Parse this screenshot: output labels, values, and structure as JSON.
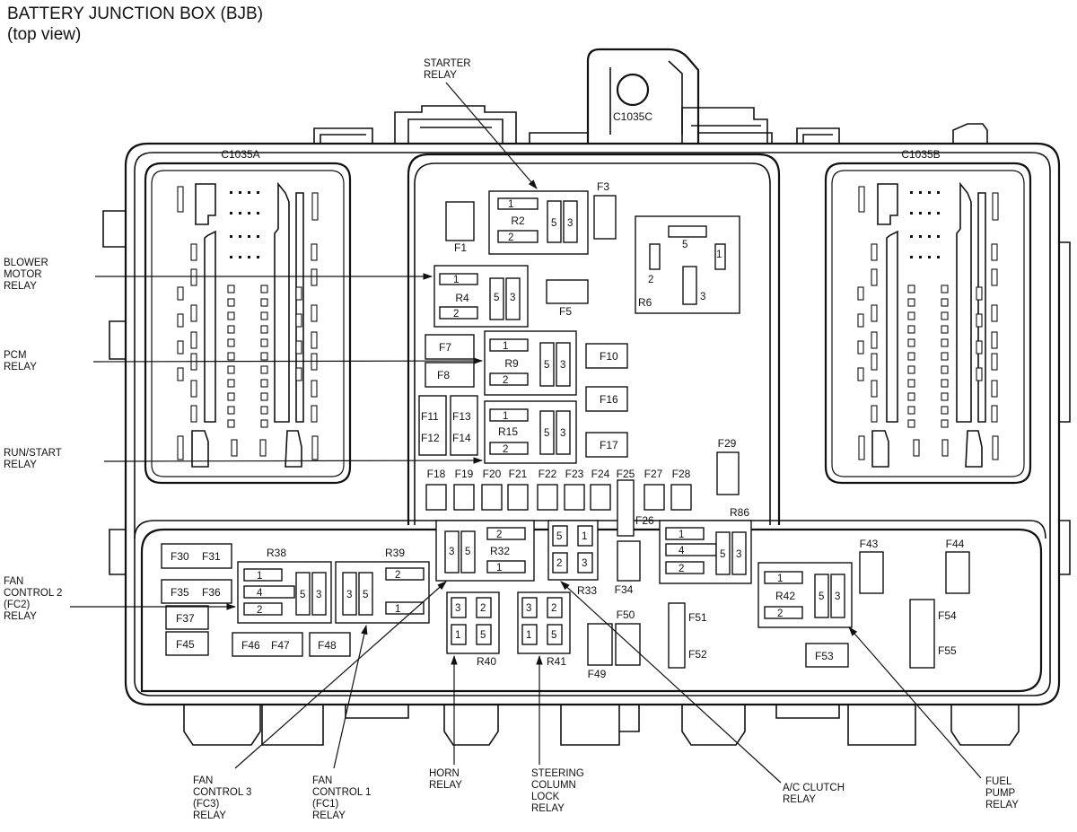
{
  "title": {
    "line1": "BATTERY JUNCTION BOX (BJB)",
    "line2": "(top view)"
  },
  "connectors": {
    "a": "C1035A",
    "b": "C1035B",
    "c": "C1035C"
  },
  "callouts": {
    "starter": [
      "STARTER",
      "RELAY"
    ],
    "blower": [
      "BLOWER",
      "MOTOR",
      "RELAY"
    ],
    "pcm": [
      "PCM",
      "RELAY"
    ],
    "runstart": [
      "RUN/START",
      "RELAY"
    ],
    "fc2": [
      "FAN",
      "CONTROL 2",
      "(FC2)",
      "RELAY"
    ],
    "fc3": [
      "FAN",
      "CONTROL 3",
      "(FC3)",
      "RELAY"
    ],
    "fc1": [
      "FAN",
      "CONTROL 1",
      "(FC1)",
      "RELAY"
    ],
    "horn": [
      "HORN",
      "RELAY"
    ],
    "steering": [
      "STEERING",
      "COLUMN",
      "LOCK",
      "RELAY"
    ],
    "ac": [
      "A/C CLUTCH",
      "RELAY"
    ],
    "fuel": [
      "FUEL",
      "PUMP",
      "RELAY"
    ]
  },
  "relays": {
    "r2": "R2",
    "r4": "R4",
    "r6": "R6",
    "r9": "R9",
    "r15": "R15",
    "r32": "R32",
    "r33": "R33",
    "r38": "R38",
    "r39": "R39",
    "r40": "R40",
    "r41": "R41",
    "r42": "R42",
    "r86": "R86"
  },
  "pins": {
    "p1": "1",
    "p2": "2",
    "p3": "3",
    "p4": "4",
    "p5": "5"
  },
  "fuses": {
    "f1": "F1",
    "f3": "F3",
    "f5": "F5",
    "f7": "F7",
    "f8": "F8",
    "f10": "F10",
    "f11": "F11",
    "f12": "F12",
    "f13": "F13",
    "f14": "F14",
    "f16": "F16",
    "f17": "F17",
    "f18": "F18",
    "f19": "F19",
    "f20": "F20",
    "f21": "F21",
    "f22": "F22",
    "f23": "F23",
    "f24": "F24",
    "f25": "F25",
    "f26": "F26",
    "f27": "F27",
    "f28": "F28",
    "f29": "F29",
    "f30": "F30",
    "f31": "F31",
    "f34": "F34",
    "f35": "F35",
    "f36": "F36",
    "f37": "F37",
    "f43": "F43",
    "f44": "F44",
    "f45": "F45",
    "f46": "F46",
    "f47": "F47",
    "f48": "F48",
    "f49": "F49",
    "f50": "F50",
    "f51": "F51",
    "f52": "F52",
    "f53": "F53",
    "f54": "F54",
    "f55": "F55"
  }
}
